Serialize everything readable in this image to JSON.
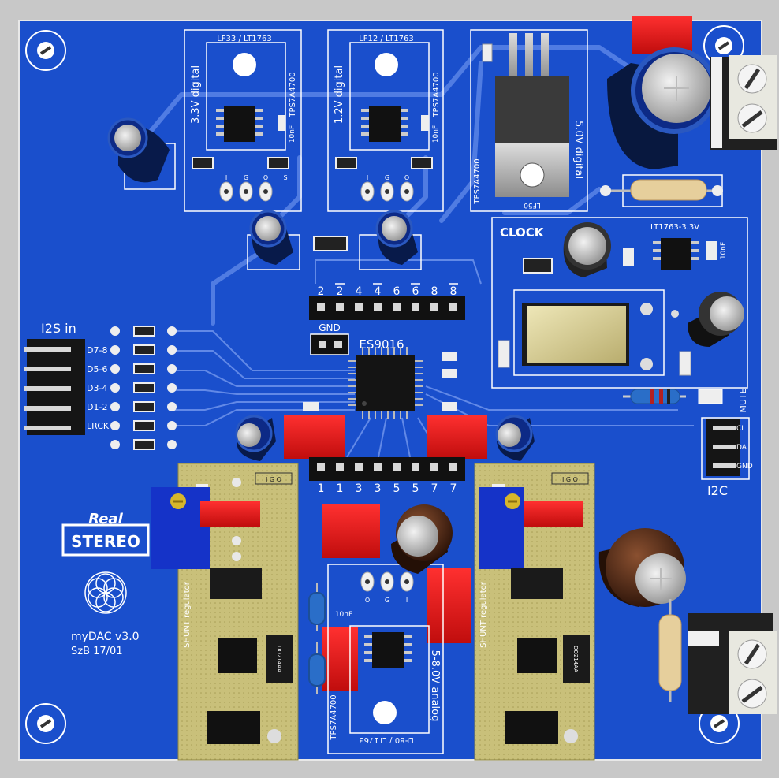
{
  "board": {
    "name": "myDAC v3.0",
    "author": "SzB 17/01",
    "logo": {
      "top": "Real",
      "main": "STEREO"
    },
    "colors": {
      "pcb": "#1a4fcc",
      "pcb_dark": "#1543b3",
      "trace": "#5a84e6",
      "silk": "#ffffff",
      "pad": "#d9d9d9",
      "shunt_pcb": "#c9c07a",
      "capacitor_red": "#e01a1a",
      "trimmer_blue": "#1533c8"
    }
  },
  "regulators": {
    "reg33": {
      "title": "LF33 / LT1763",
      "side": "TPS7A4700",
      "label": "3.3V digital",
      "cap": "10nF",
      "pins": [
        "I",
        "G",
        "O",
        "S"
      ]
    },
    "reg12": {
      "title": "LF12 / LT1763",
      "side": "TPS7A4700",
      "label": "1.2V digital",
      "cap": "10nF",
      "pins": [
        "I",
        "G",
        "O"
      ]
    },
    "reg50": {
      "bottom": "LF50",
      "side": "TPS7A4700",
      "label": "5.0V digital"
    },
    "reg80": {
      "bottom": "LF80 / LT1763",
      "side": "TPS7A4700",
      "label": "5-8.0V analog",
      "cap": "10nF",
      "pins": [
        "O",
        "G",
        "I"
      ]
    }
  },
  "clock": {
    "title": "CLOCK",
    "reg": "LT1763-3.3V",
    "cap": "10nF"
  },
  "dac": {
    "chip": "ES9016",
    "gnd": "GND"
  },
  "headers": {
    "top_numbers": [
      "2",
      "2",
      "4",
      "4",
      "6",
      "6",
      "8",
      "8"
    ],
    "bottom_numbers": [
      "1",
      "1",
      "3",
      "3",
      "5",
      "5",
      "7",
      "7"
    ]
  },
  "i2s": {
    "title": "I2S in",
    "labels": [
      "D7-8",
      "D5-6",
      "D3-4",
      "D1-2",
      "LRCK"
    ]
  },
  "i2c": {
    "title": "I2C",
    "pins": [
      "CL",
      "DA",
      "GND"
    ]
  },
  "mute": "MUTE",
  "shunt": {
    "label": "SHUNT regulator",
    "pins": "I G O",
    "diode": "DO214AA"
  }
}
